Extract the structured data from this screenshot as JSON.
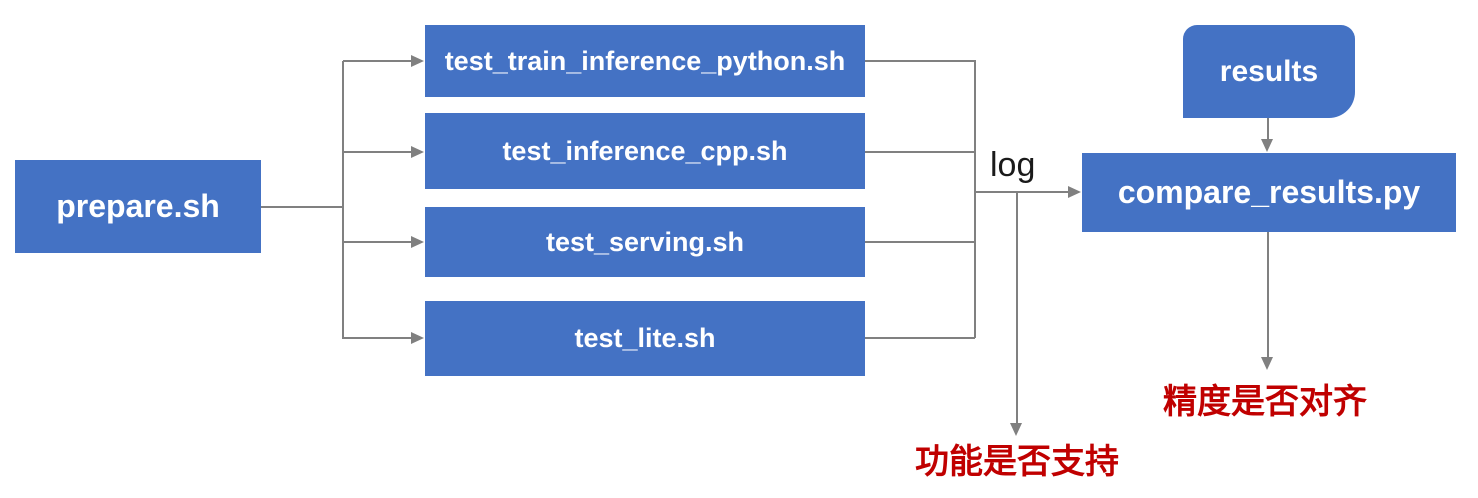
{
  "diagram": {
    "nodes": {
      "prepare": {
        "label": "prepare.sh"
      },
      "test_train": {
        "label": "test_train_inference_python.sh"
      },
      "test_cpp": {
        "label": "test_inference_cpp.sh"
      },
      "test_serving": {
        "label": "test_serving.sh"
      },
      "test_lite": {
        "label": "test_lite.sh"
      },
      "results": {
        "label": "results"
      },
      "compare": {
        "label": "compare_results.py"
      }
    },
    "edge_labels": {
      "log": "log"
    },
    "annotations": {
      "function_support": "功能是否支持",
      "precision_alignment": "精度是否对齐"
    }
  },
  "colors": {
    "node-fill": "#4472C4",
    "node-text": "#ffffff",
    "connector": "#808080",
    "annotation-red": "#C00000",
    "label-text": "#1a1a1a",
    "background": "#ffffff"
  }
}
